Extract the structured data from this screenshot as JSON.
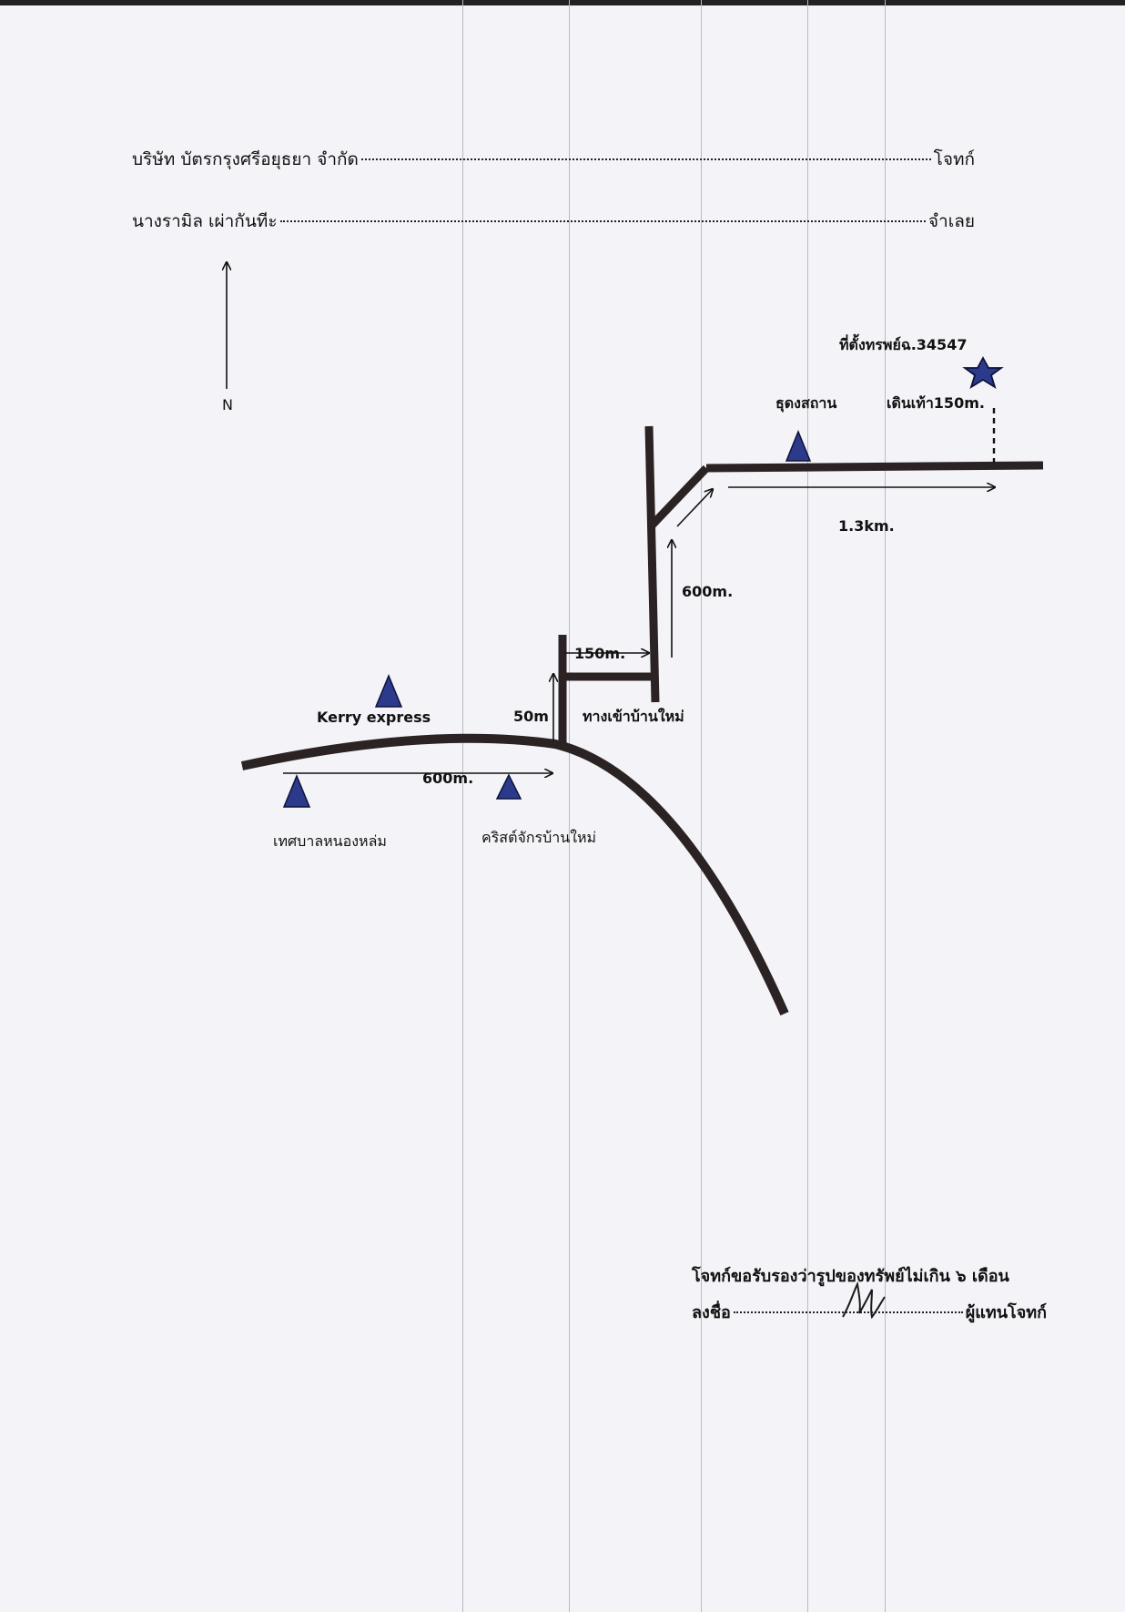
{
  "header": {
    "line1": {
      "left": "บริษัท บัตรกรุงศรีอยุธยา จำกัด",
      "right": "โจทก์"
    },
    "line2": {
      "left": "นางรามิล  เผ่ากันทีะ",
      "right": "จำเลย"
    }
  },
  "map": {
    "north_label": "N",
    "property_label": "ที่ตั้งทรพย์ฉ.34547",
    "walk_label": "เดินเท้า150m.",
    "temple_label": "ธุดงสถาน",
    "distance_1_3km": "1.3km.",
    "distance_600m_north": "600m.",
    "distance_150m": "150m.",
    "distance_50m": "50m",
    "entrance_label": "ทางเข้าบ้านใหม่",
    "kerry_label": "Kerry express",
    "distance_600m_main": "600m.",
    "municipality_label": "เทศบาลหนองหล่ม",
    "church_label": "คริสต์จักรบ้านใหม่",
    "colors": {
      "road": "#2b2224",
      "marker": "#2c3a8c",
      "arrow": "#111111"
    }
  },
  "footer": {
    "certify_text": "โจทก์ขอรับรองว่ารูปของทรัพย์ไม่เกิน ๖ เดือน",
    "sign_prefix": "ลงชื่อ",
    "sign_suffix": "ผู้แทนโจทก์"
  }
}
